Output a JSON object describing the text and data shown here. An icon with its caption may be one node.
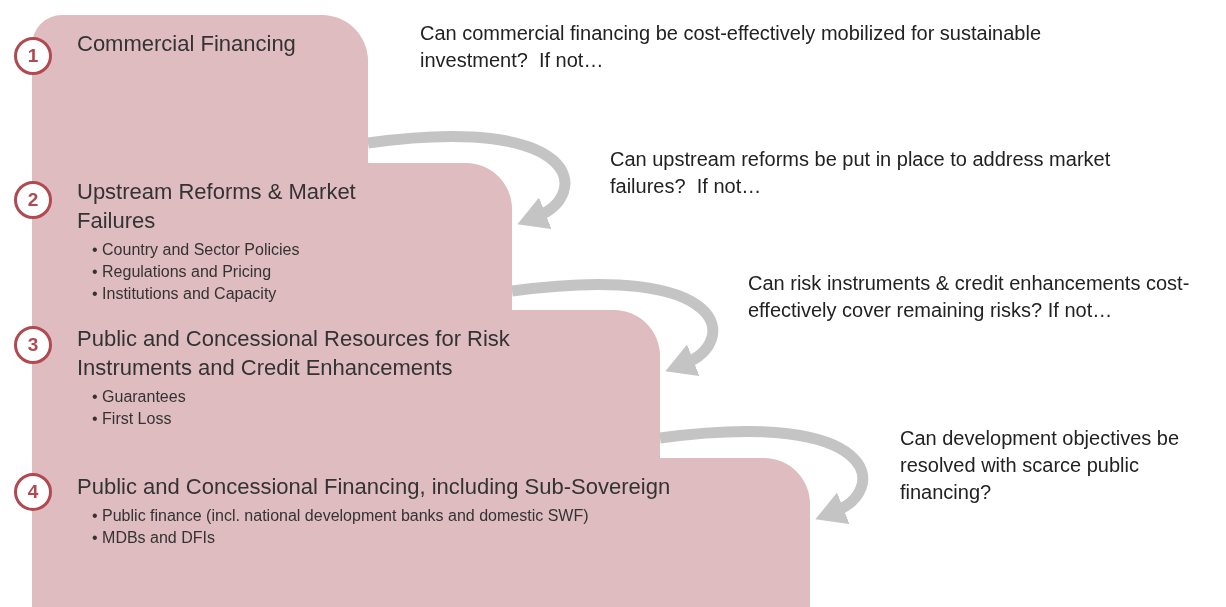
{
  "diagram": {
    "nodes": [
      {
        "text": [
          "1"
        ]
      },
      {
        "text": [
          "Commercial Financing"
        ]
      },
      {
        "text": [
          "2"
        ]
      },
      {
        "text": [
          "Upstream Reforms & Market Failures",
          "• Country and Sector Policies",
          "• Regulations and Pricing",
          "• Institutions and Capacity"
        ]
      },
      {
        "text": [
          "3"
        ]
      },
      {
        "text": [
          "Public and Concessional Resources for Risk Instruments and Credit Enhancements",
          "• Guarantees",
          "• First Loss"
        ]
      },
      {
        "text": [
          "4"
        ]
      },
      {
        "text": [
          "Public and Concessional Financing, including Sub-Sovereign",
          "• Public finance (incl. national development banks and domestic SWF)",
          "• MDBs and DFIs"
        ]
      }
    ],
    "edges": [
      {
        "from": 1,
        "to": 3,
        "arrow": "to"
      },
      {
        "from": 3,
        "to": 5,
        "arrow": "to"
      },
      {
        "from": 5,
        "to": 7,
        "arrow": "to"
      }
    ],
    "labels": [
      "Can commercial financing be cost-effectively mobilized for sustainable investment?  If not…",
      "Can upstream reforms be put in place to address market failures?  If not…",
      "Can risk instruments & credit enhancements cost-effectively cover remaining risks? If not…",
      "Can development objectives be resolved with scarce public financing?"
    ]
  }
}
